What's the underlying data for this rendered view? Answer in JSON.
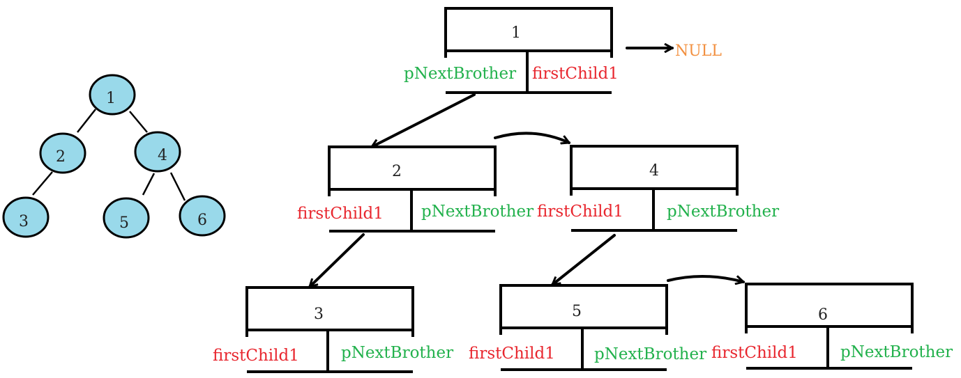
{
  "tree": {
    "nodes": [
      {
        "id": "1",
        "label": "1"
      },
      {
        "id": "2",
        "label": "2"
      },
      {
        "id": "4",
        "label": "4"
      },
      {
        "id": "3",
        "label": "3"
      },
      {
        "id": "5",
        "label": "5"
      },
      {
        "id": "6",
        "label": "6"
      }
    ],
    "edges": [
      [
        "1",
        "2"
      ],
      [
        "1",
        "4"
      ],
      [
        "2",
        "3"
      ],
      [
        "4",
        "5"
      ],
      [
        "4",
        "6"
      ]
    ]
  },
  "fields": {
    "first_child": "firstChild1",
    "next_brother": "pNextBrother"
  },
  "null_label": "NULL",
  "boxes": [
    {
      "id": "1",
      "label": "1"
    },
    {
      "id": "2",
      "label": "2"
    },
    {
      "id": "4",
      "label": "4"
    },
    {
      "id": "3",
      "label": "3"
    },
    {
      "id": "5",
      "label": "5"
    },
    {
      "id": "6",
      "label": "6"
    }
  ],
  "colors": {
    "node_fill": "#99d9ea",
    "first_child": "#e8262e",
    "next_brother": "#22b14c",
    "null": "#f29040"
  }
}
